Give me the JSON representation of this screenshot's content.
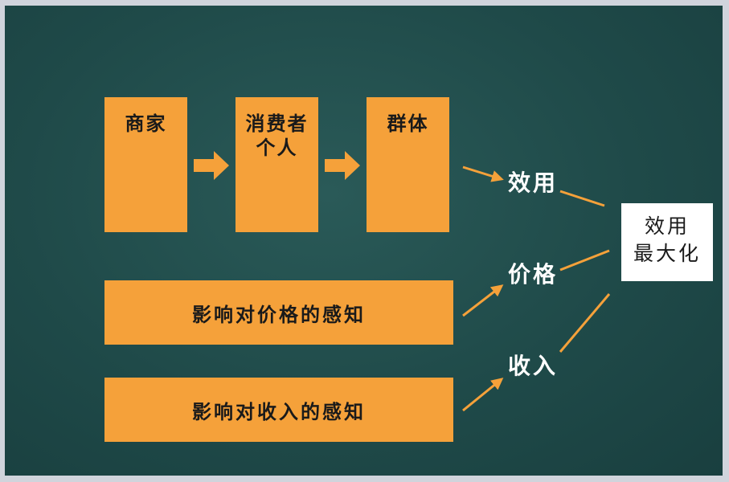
{
  "diagram": {
    "boxes": {
      "merchant": "商家",
      "consumer": [
        "消费者",
        "个人"
      ],
      "group": "群体",
      "price_perception": "影响对价格的感知",
      "income_perception": "影响对收入的感知"
    },
    "factors": {
      "utility": "效用",
      "price": "价格",
      "income": "收入"
    },
    "result": [
      "效用",
      "最大化"
    ]
  },
  "colors": {
    "board": "#1f4a49",
    "box": "#f5a13a",
    "arrow": "#f5a13a",
    "result_bg": "#ffffff",
    "text_light": "#ffffff"
  }
}
